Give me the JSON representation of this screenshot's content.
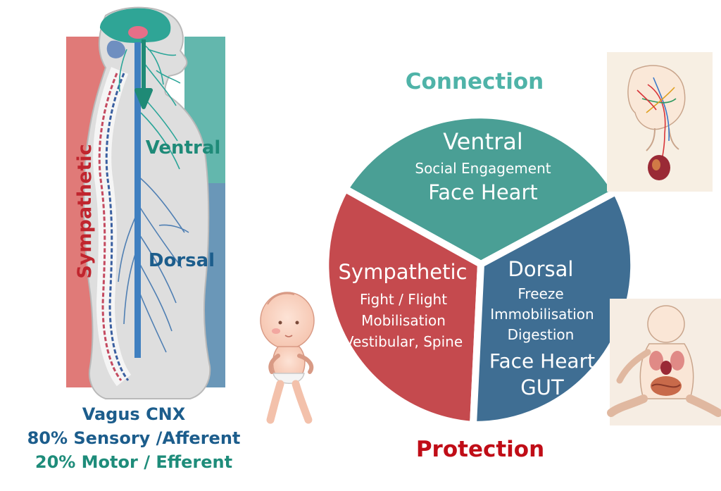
{
  "left_panel": {
    "sympathetic_label": "Sympathetic",
    "ventral_label": "Ventral",
    "dorsal_label": "Dorsal",
    "caption": {
      "line1": "Vagus CNX",
      "line2": "80% Sensory /Afferent",
      "line3": "20% Motor / Efferent"
    }
  },
  "circle": {
    "top_label": "Connection",
    "bottom_label": "Protection",
    "ventral": {
      "title": "Ventral",
      "line1": "Social Engagement",
      "line2": "Face Heart"
    },
    "sympathetic": {
      "title": "Sympathetic",
      "line1": "Fight / Flight",
      "line2": "Mobilisation",
      "line3": "Vestibular, Spine"
    },
    "dorsal": {
      "title": "Dorsal",
      "line1": "Freeze",
      "line2": "Immobilisation",
      "line3": "Digestion",
      "line4": "Face Heart",
      "line5": "GUT"
    }
  },
  "colors": {
    "teal": "#4a9f95",
    "red": "#c54a4e",
    "blue": "#3f6e93",
    "sympathetic_band": "#e07a78",
    "ventral_band": "#63b7ad",
    "dorsal_band": "#6a97b8",
    "connection_text": "#4fb3a8",
    "protection_text": "#c00d17",
    "caption_blue": "#1c5d8c",
    "caption_teal": "#1e8c7a"
  },
  "icons": [
    "baby-illustration",
    "head-nerves-illustration",
    "seated-child-organs-illustration",
    "body-silhouette-illustration"
  ]
}
